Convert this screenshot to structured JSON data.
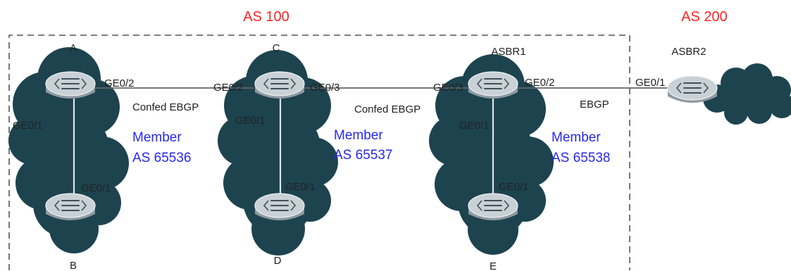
{
  "colors": {
    "cloud": "#1d434f",
    "as_title": "#ff2222",
    "member_text": "#2727ee",
    "router_face": "#c9d1d6",
    "router_side": "#8e9aa2",
    "link": "#666666"
  },
  "as_labels": {
    "as100": "AS 100",
    "as200": "AS 200"
  },
  "devices": {
    "A": "A",
    "B": "B",
    "C": "C",
    "D": "D",
    "E": "E",
    "asbr1": "ASBR1",
    "asbr2": "ASBR2"
  },
  "icons": {
    "router": "router-icon",
    "cloud": "cloud-icon"
  },
  "members": [
    {
      "line1": "Member",
      "line2": "AS 65536"
    },
    {
      "line1": "Member",
      "line2": "AS 65537"
    },
    {
      "line1": "Member",
      "line2": "AS 65538"
    }
  ],
  "ports": {
    "a_ge02": "GE0/2",
    "a_ge01": "GE0/1",
    "b_ge01": "GE0/1",
    "c_ge02": "GE0/2",
    "c_ge03": "GE0/3",
    "c_ge01": "GE0/1",
    "d_ge01": "GE0/1",
    "asbr1_ge03": "GE0/3",
    "asbr1_ge02": "GE0/2",
    "asbr1_ge01": "GE0/1",
    "e_ge01": "GE0/1",
    "asbr2_ge01": "GE0/1"
  },
  "links": {
    "ac": "Confed EBGP",
    "c_asbr1": "Confed EBGP",
    "asbr1_asbr2": "EBGP"
  }
}
